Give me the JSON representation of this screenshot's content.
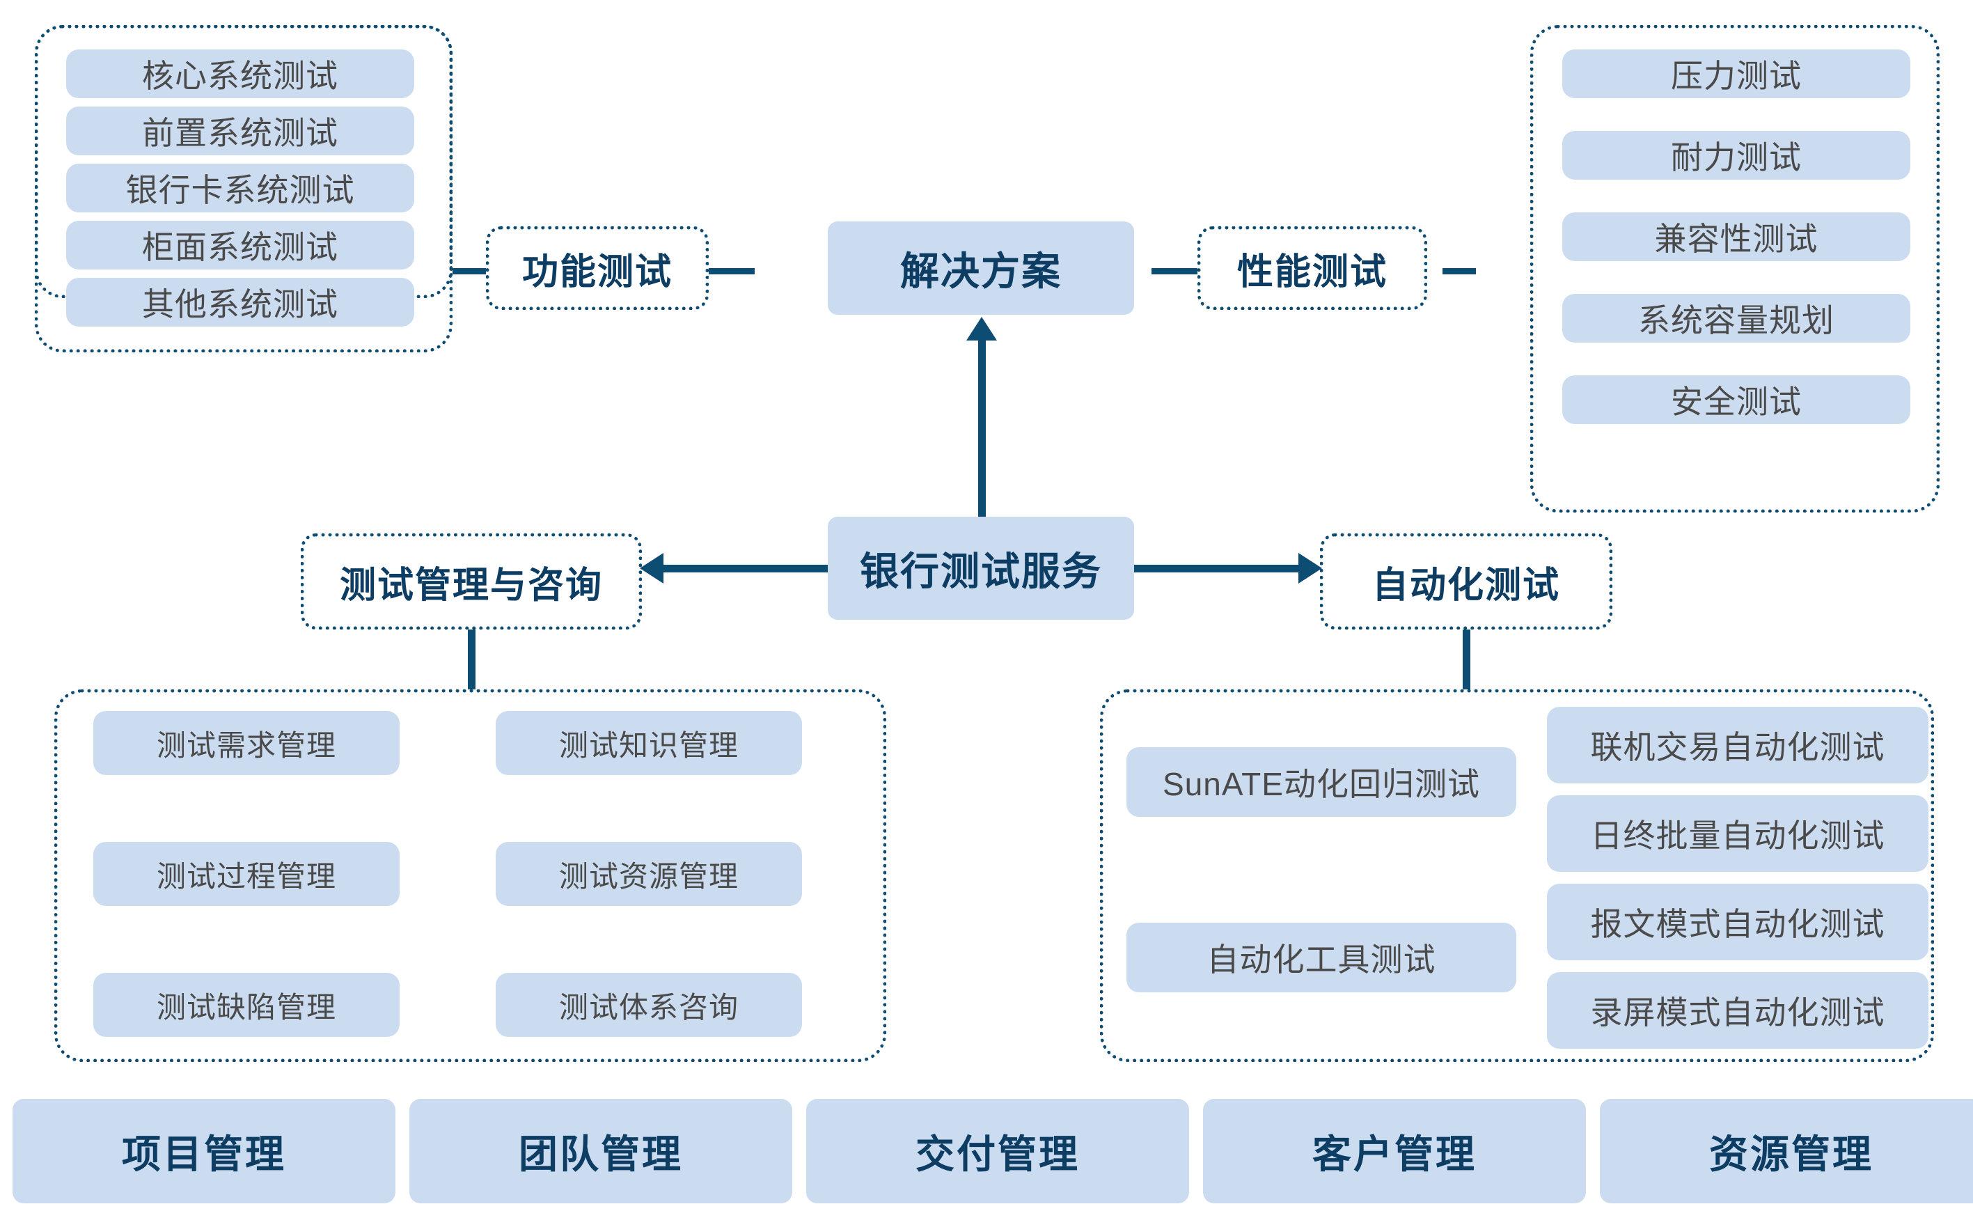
{
  "diagram": {
    "title": "银行测试服务解决方案",
    "colors": {
      "chip_fill": "#CCDCF0",
      "accent_dark": "#0E4D73",
      "node_text": "#0D3D63",
      "chip_text": "#4A4A4A"
    },
    "center_node": "银行测试服务",
    "solution_node": "解决方案",
    "branches": {
      "functional": {
        "label": "功能测试",
        "items": [
          "核心系统测试",
          "前置系统测试",
          "银行卡系统测试",
          "柜面系统测试",
          "其他系统测试"
        ]
      },
      "performance": {
        "label": "性能测试",
        "items": [
          "压力测试",
          "耐力测试",
          "兼容性测试",
          "系统容量规划",
          "安全测试"
        ]
      },
      "management": {
        "label": "测试管理与咨询",
        "column_left": [
          "测试需求管理",
          "测试过程管理",
          "测试缺陷管理"
        ],
        "column_right": [
          "测试知识管理",
          "测试资源管理",
          "测试体系咨询"
        ]
      },
      "automation": {
        "label": "自动化测试",
        "column_left": [
          "SunATE动化回归测试",
          "自动化工具测试"
        ],
        "column_right": [
          "联机交易自动化测试",
          "日终批量自动化测试",
          "报文模式自动化测试",
          "录屏模式自动化测试"
        ]
      }
    },
    "footer_bars": [
      "项目管理",
      "团队管理",
      "交付管理",
      "客户管理",
      "资源管理"
    ]
  }
}
